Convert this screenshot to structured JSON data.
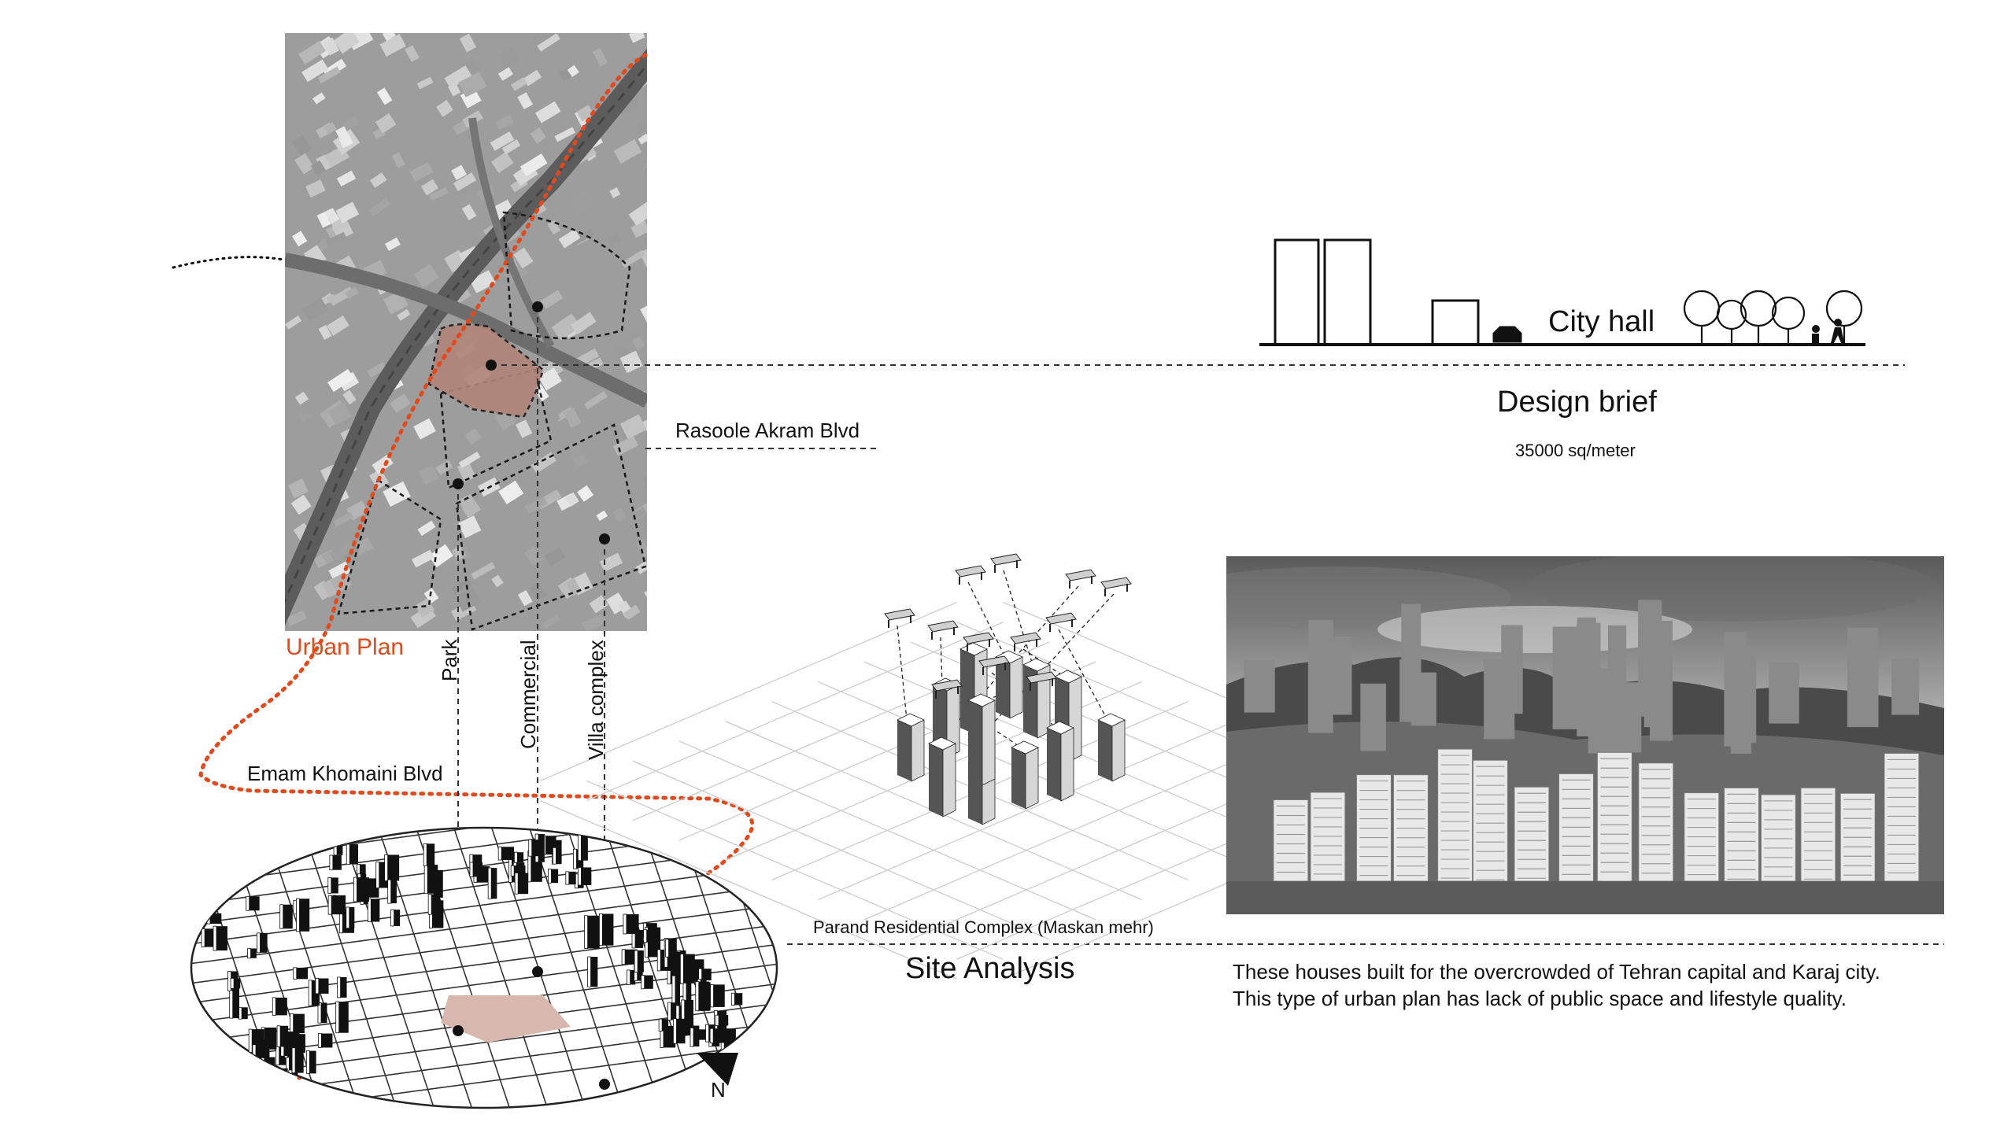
{
  "labels": {
    "urban_plan": "Urban Plan",
    "road_rasoole": "Rasoole Akram Blvd",
    "road_emam": "Emam Khomaini Blvd",
    "park": "Park",
    "commercial": "Commercial",
    "villa": "Villa complex",
    "north": "N",
    "city_hall": "City hall",
    "design_brief": "Design brief",
    "area": "35000 sq/meter",
    "complex_caption": "Parand Residential Complex (Maskan mehr)",
    "site_analysis": "Site Analysis"
  },
  "description": {
    "line1": "These houses built for the overcrowded of Tehran capital and Karaj city.",
    "line2": "This type of urban plan has lack of public space and lifestyle quality."
  },
  "colors": {
    "accent_orange": "#e04a1c",
    "site_fill": "#b08478",
    "site_fill_light": "#d8b8ae",
    "ink": "#111111"
  }
}
